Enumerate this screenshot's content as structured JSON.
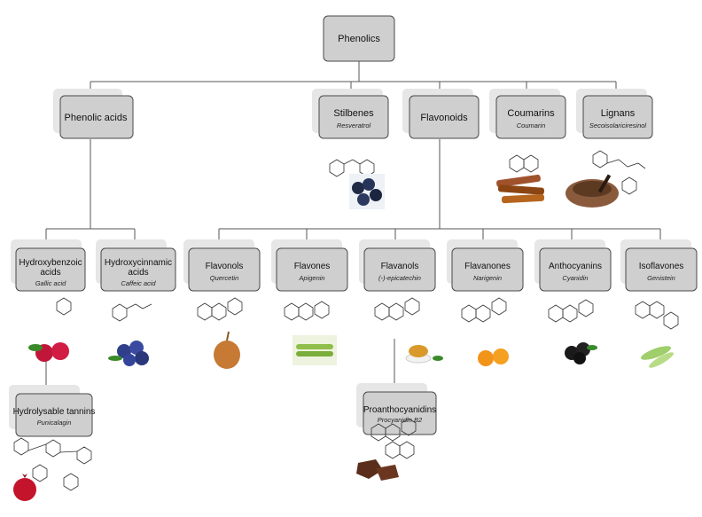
{
  "root": {
    "label": "Phenolics"
  },
  "phenolic_acids": {
    "label": "Phenolic acids"
  },
  "stilbenes": {
    "label": "Stilbenes",
    "example": "Resveratrol"
  },
  "flavonoids": {
    "label": "Flavonoids"
  },
  "coumarins": {
    "label": "Coumarins",
    "example": "Coumarin"
  },
  "lignans": {
    "label": "Lignans",
    "example": "Secoisolariciresinol"
  },
  "hydroxybenzoic": {
    "label_1": "Hydroxybenzoic",
    "label_2": "acids",
    "example": "Gallic  acid"
  },
  "hydroxycinnamic": {
    "label_1": "Hydroxycinnamic",
    "label_2": "acids",
    "example": "Caffeic acid"
  },
  "flavonols": {
    "label": "Flavonols",
    "example": "Quercetin"
  },
  "flavones": {
    "label": "Flavones",
    "example": "Apigenin"
  },
  "flavanols": {
    "label": "Flavanols",
    "example": "(-)-epicatechin"
  },
  "flavanones": {
    "label": "Flavanones",
    "example": "Narigenin"
  },
  "anthocyanins": {
    "label": "Anthocyanins",
    "example": "Cyanidin"
  },
  "isoflavones": {
    "label": "Isoflavones",
    "example": "Genistein"
  },
  "hydrolysable_tannins": {
    "label": "Hydrolysable tannins",
    "example": "Punicalagin"
  },
  "proanthocyanidins": {
    "label": "Proanthocyanidins",
    "example": "Procyanidin B2"
  },
  "colors": {
    "box_fill": "#cfcfcf",
    "box_stroke": "#4a4a4a",
    "connector": "#555555"
  },
  "images": [
    {
      "name": "blueberries-cluster-image"
    },
    {
      "name": "cinnamon-sticks-image"
    },
    {
      "name": "flaxseed-bowl-image"
    },
    {
      "name": "raspberries-image"
    },
    {
      "name": "blueberries-image"
    },
    {
      "name": "onion-image"
    },
    {
      "name": "celery-image"
    },
    {
      "name": "tea-cup-image"
    },
    {
      "name": "oranges-image"
    },
    {
      "name": "blackberries-image"
    },
    {
      "name": "soybean-pods-image"
    },
    {
      "name": "pomegranate-image"
    },
    {
      "name": "chocolate-image"
    }
  ]
}
